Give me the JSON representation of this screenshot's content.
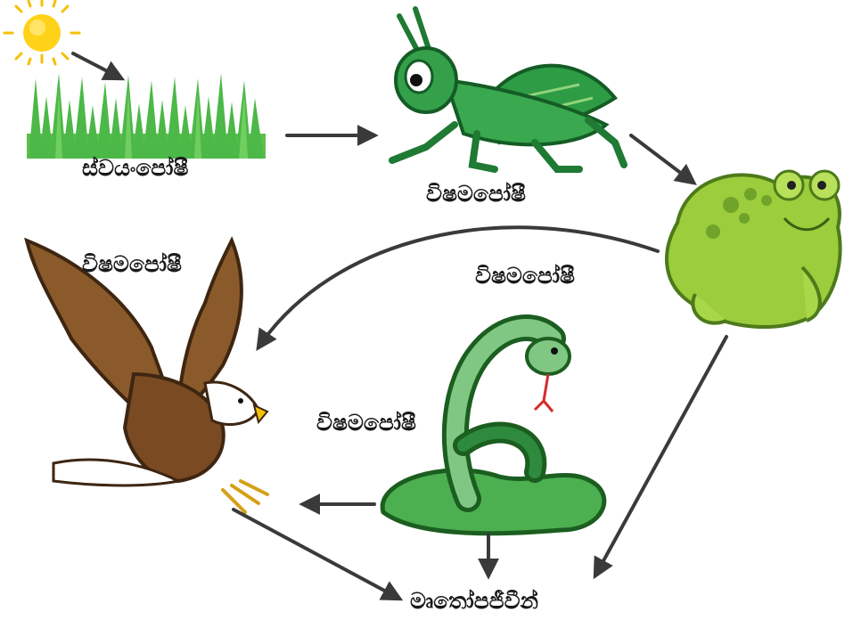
{
  "labels": {
    "producer": "ස්වයංපෝෂී",
    "grasshopper": "විෂමපෝෂී",
    "eagle": "විෂමපෝෂී",
    "frog_side": "විෂමපෝෂී",
    "snake": "විෂමපෝෂී",
    "decomposers": "මෘතෝපජීවීන්"
  },
  "organisms": [
    "sun-icon",
    "grass-icon",
    "grasshopper-icon",
    "frog-icon",
    "snake-icon",
    "eagle-icon"
  ],
  "colors": {
    "arrow": "#3a3a3a",
    "grass": "#4cb848",
    "grasshopper": "#1f8a3a",
    "frog": "#9bcd3c",
    "snake": "#2e8b3e",
    "eagle": "#8b5a2b",
    "sun": "#f7c414"
  }
}
